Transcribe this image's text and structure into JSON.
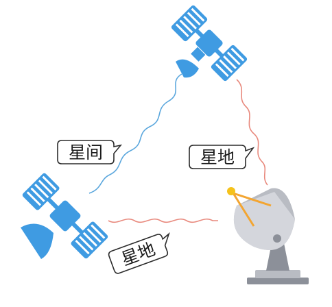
{
  "labels": {
    "inter_satellite": "星间",
    "satellite_ground_right": "星地",
    "satellite_ground_bottom": "星地"
  },
  "colors": {
    "satellite_blue": "#3f9be2",
    "satellite_panel_stripe": "#ffffff",
    "inter_link": "#5ba7dd",
    "ground_link": "#e8897d",
    "dish_gray": "#b9bcc3",
    "dish_dark": "#8c9099",
    "antenna_orange": "#f3a531",
    "antenna_tip": "#f5c21b"
  },
  "icons": [
    "satellite-icon",
    "satellite-icon",
    "ground-station-dish-icon"
  ]
}
